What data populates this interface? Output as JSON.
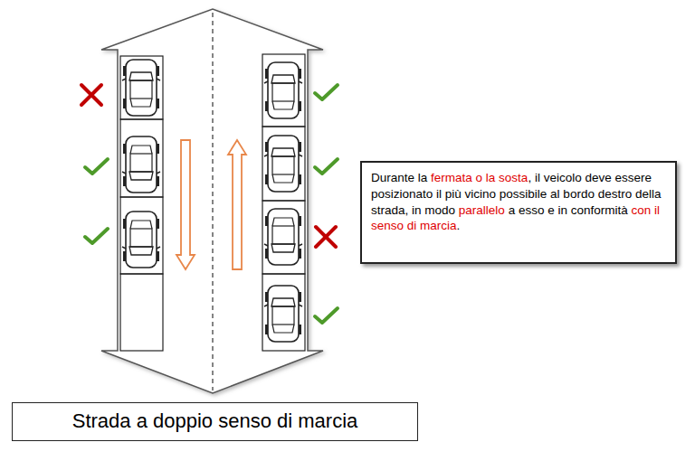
{
  "diagram": {
    "nodes": [
      {
        "text": [
          "Durante la",
          "fermata o la sosta",
          ", il veicolo deve essere posizionato il più vicino possibile al bordo destro della strada, in modo",
          "parallelo",
          "a esso e in conformità",
          "con il senso di marcia",
          "."
        ]
      },
      {
        "text": [
          "Strada a doppio senso di marcia"
        ]
      }
    ]
  }
}
